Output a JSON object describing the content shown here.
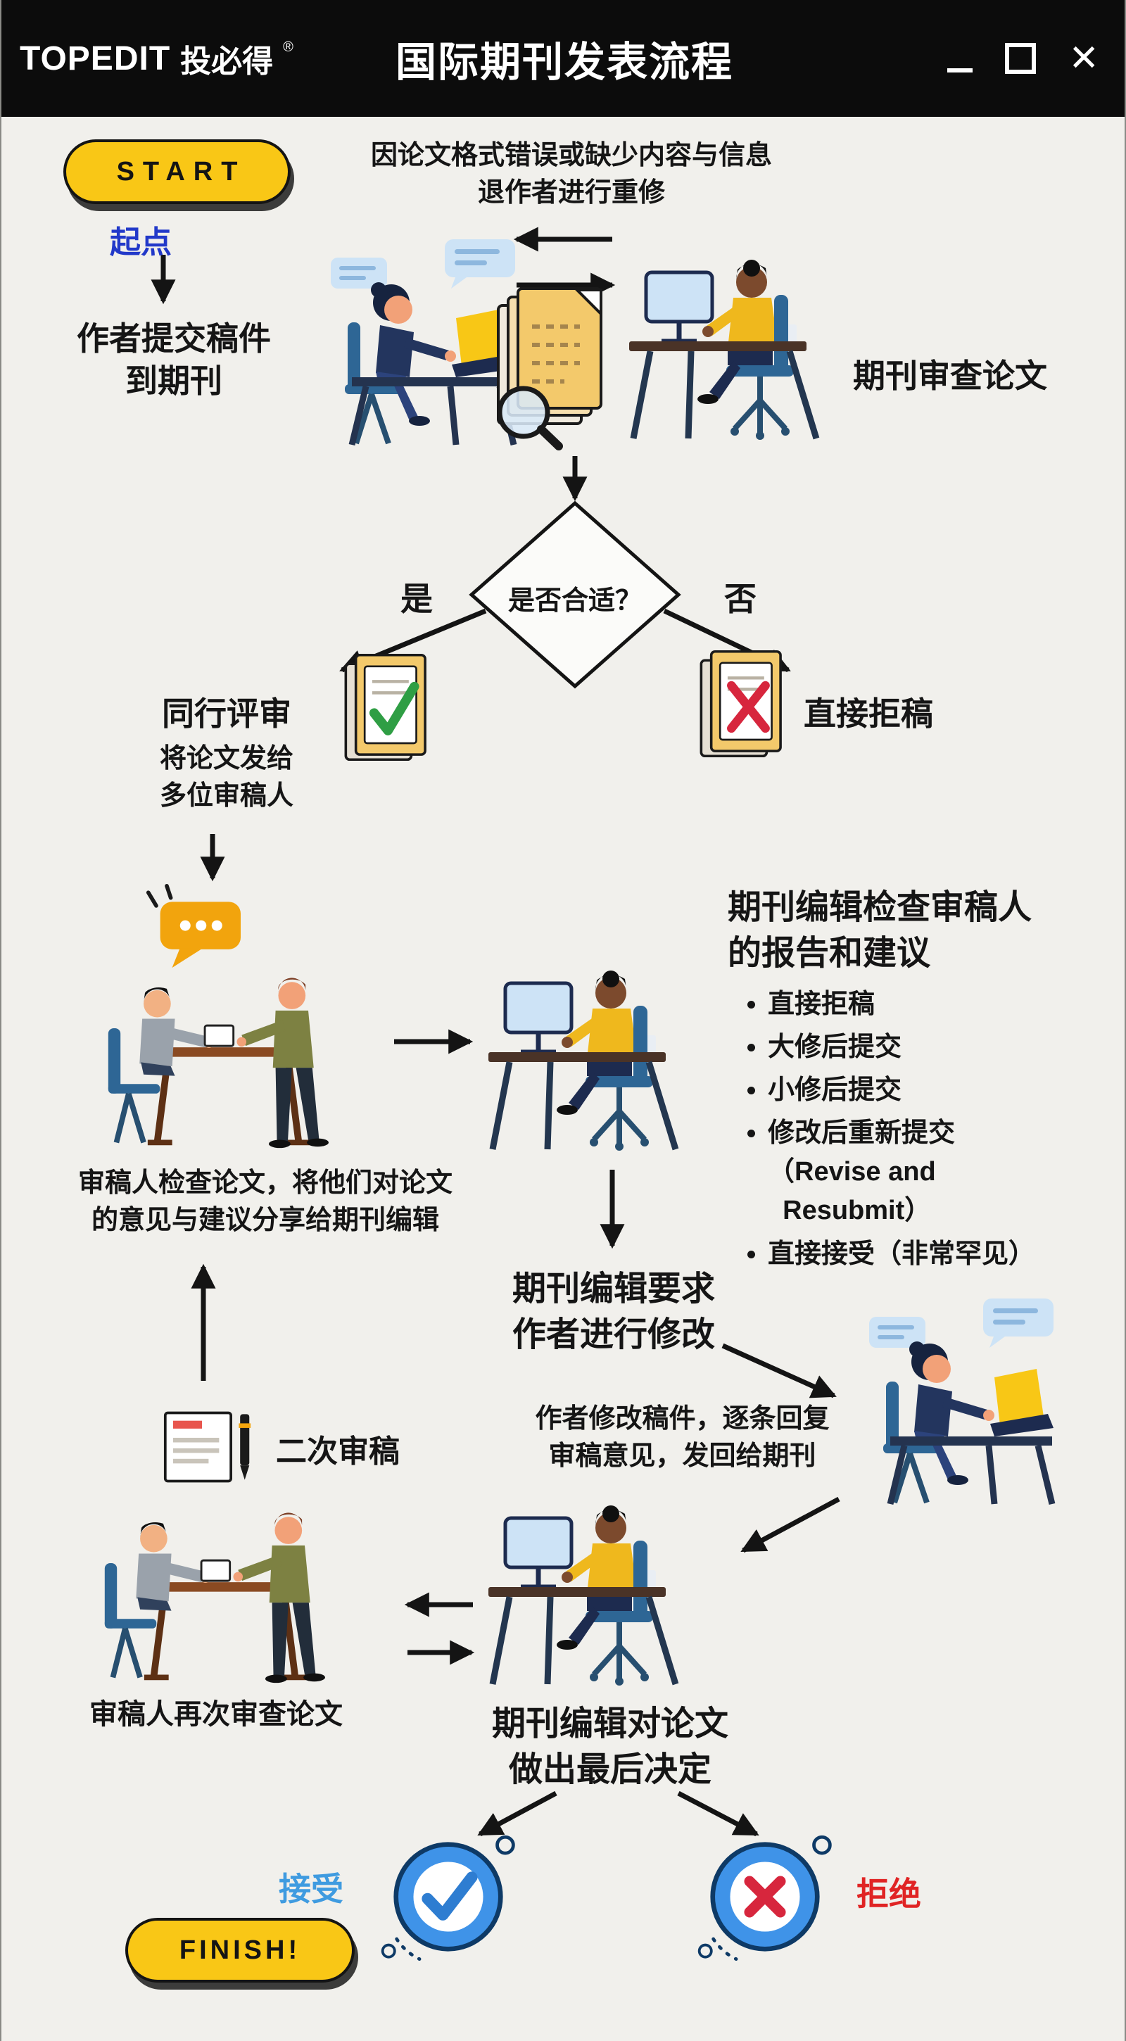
{
  "window": {
    "logo_en": "TOPEDIT",
    "logo_cn": "投必得",
    "registered": "®",
    "title": "国际期刊发表流程",
    "close_glyph": "✕"
  },
  "colors": {
    "header_bg": "#0c0c0c",
    "canvas_bg": "#f1f0ec",
    "accent_yellow": "#f9c716",
    "deep_blue": "#2239c9",
    "light_blue": "#3f9be0",
    "red": "#e02424",
    "green": "#2f9e44",
    "badge_blue": "#3f93e8"
  },
  "flow": {
    "start": {
      "label": "START",
      "caption": "起点"
    },
    "submit": "作者提交稿件\n到期刊",
    "format_return": "因论文格式错误或缺少内容与信息\n退作者进行重修",
    "journal_review": "期刊审查论文",
    "decision": {
      "question": "是否合适？",
      "yes": "是",
      "no": "否"
    },
    "peer_review": {
      "title": "同行评审",
      "caption": "将论文发给\n多位审稿人"
    },
    "direct_reject": "直接拒稿",
    "reviewer_share": "审稿人检查论文，将他们对论文\n的意见与建议分享给期刊编辑",
    "editor_review": {
      "title": "期刊编辑检查审稿人\n的报告和建议",
      "bullets": [
        "直接拒稿",
        "大修后提交",
        "小修后提交",
        "修改后重新提交\n（Revise and\n  Resubmit）",
        "直接接受（非常罕见）"
      ]
    },
    "editor_request": "期刊编辑要求\n作者进行修改",
    "author_revise": "作者修改稿件，逐条回复\n审稿意见，发回给期刊",
    "second_review": {
      "label": "二次审稿",
      "caption": "审稿人再次审查论文"
    },
    "final_decision": "期刊编辑对论文\n做出最后决定",
    "accept": "接受",
    "reject": "拒绝",
    "finish": "FINISH!"
  }
}
